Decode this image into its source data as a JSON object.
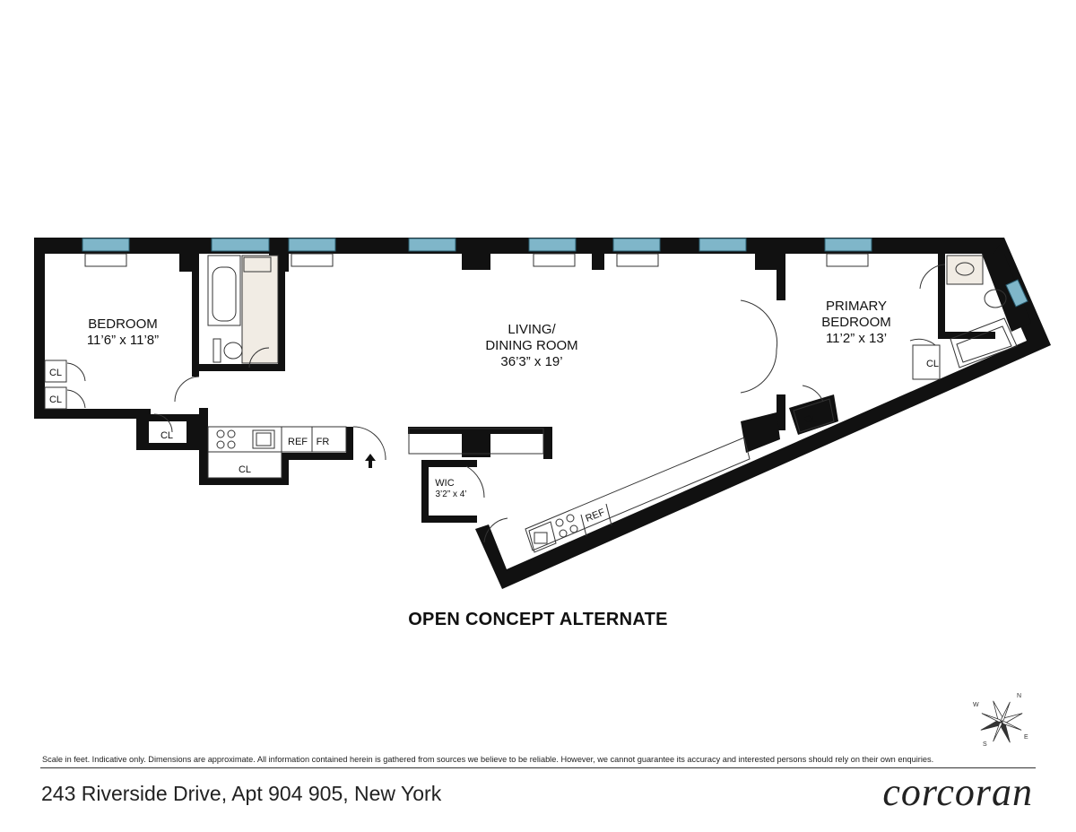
{
  "rooms": {
    "bedroom": {
      "name": "BEDROOM",
      "dims": "11’6” x 11’8”"
    },
    "living": {
      "name_line1": "LIVING/",
      "name_line2": "DINING ROOM",
      "dims": "36’3” x 19’"
    },
    "primary": {
      "name_line1": "PRIMARY",
      "name_line2": "BEDROOM",
      "dims": "11’2” x 13’"
    },
    "wic": {
      "name": "WIC",
      "dims": "3’2” x 4’"
    }
  },
  "fixtures": {
    "closet": "CL",
    "refrigerator": "REF",
    "freezer": "FR"
  },
  "plan_title": "OPEN CONCEPT ALTERNATE",
  "compass": {
    "n": "N",
    "s": "S",
    "e": "E",
    "w": "W"
  },
  "disclaimer": "Scale in feet. Indicative only. Dimensions are approximate. All information contained herein is gathered from sources we believe to be reliable. However, we cannot guarantee its accuracy and interested persons should rely on their own enquiries.",
  "address": "243 Riverside Drive, Apt 904 905, New York",
  "brand": "corcoran"
}
